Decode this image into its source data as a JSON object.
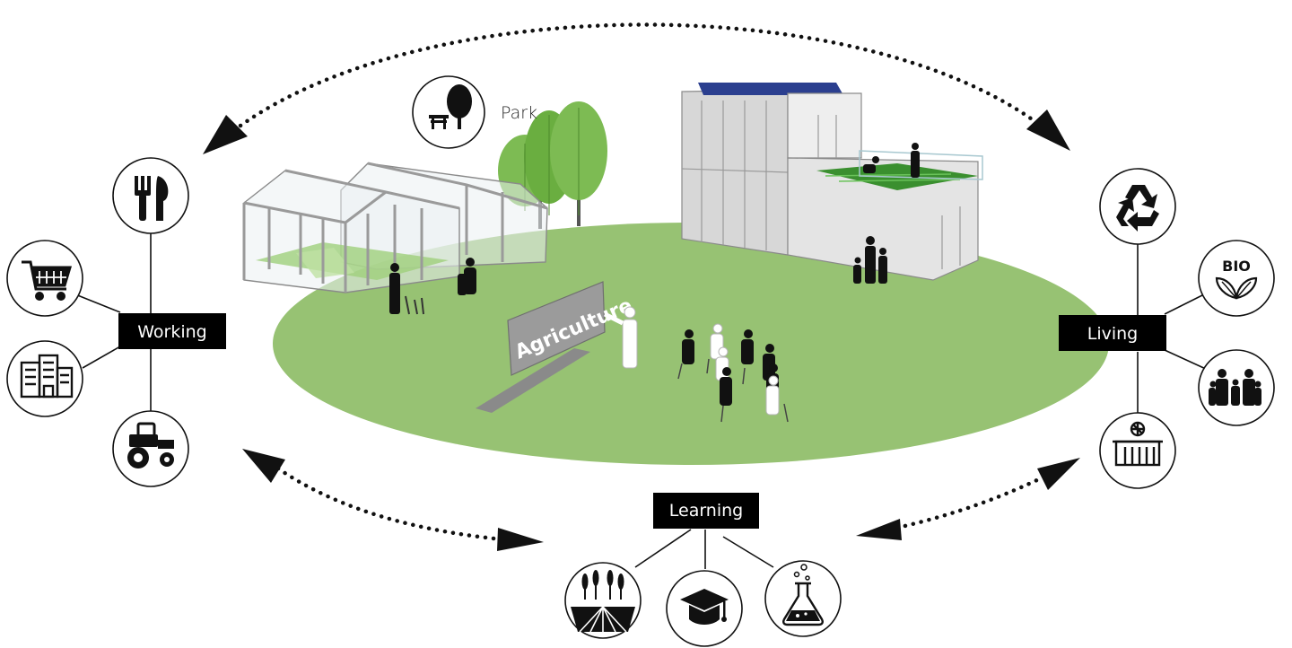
{
  "hubs": {
    "working": "Working",
    "living": "Living",
    "learning": "Learning"
  },
  "park": {
    "label": "Park"
  },
  "sign": {
    "text": "Agriculture"
  },
  "badges": {
    "bio": "BIO"
  },
  "colors": {
    "lawn": "#97c273",
    "hub_background": "#000000",
    "hub_text": "#ffffff",
    "tree": "#76b84a",
    "solar_panel": "#2b3f8f",
    "rooftop_garden": "#3a8f2f"
  },
  "icons": {
    "working": [
      "cutlery-icon",
      "shopping-cart-icon",
      "office-building-icon",
      "tractor-icon"
    ],
    "living": [
      "recycle-icon",
      "bio-leaf-icon",
      "family-icon",
      "sports-hall-icon"
    ],
    "learning": [
      "wheat-field-icon",
      "graduation-cap-icon",
      "lab-flask-icon"
    ],
    "park": "park-bench-tree-icon"
  }
}
